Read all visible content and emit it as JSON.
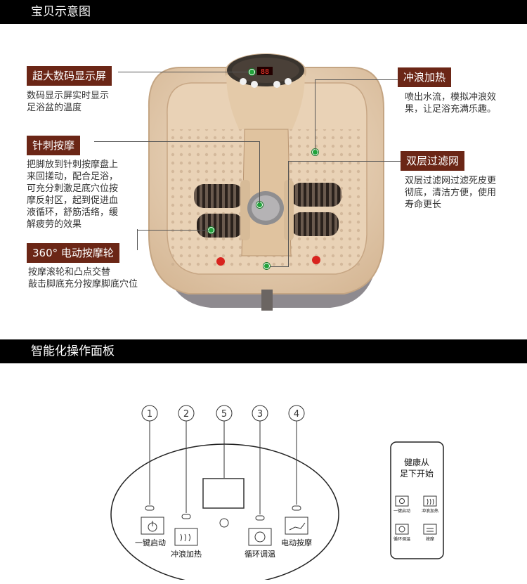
{
  "section1": {
    "title": "宝贝示意图"
  },
  "section2": {
    "title": "智能化操作面板"
  },
  "callouts": {
    "display": {
      "label": "超大数码显示屏",
      "desc": [
        "数码显示屏实时显示",
        "足浴盆的温度"
      ]
    },
    "acupuncture": {
      "label": "针刺按摩",
      "desc": [
        "把脚放到针刺按摩盘上",
        "来回搓动，配合足浴，",
        "可充分刺激足底穴位按",
        "摩反射区，起到促进血",
        "液循环，舒筋活络，缓",
        "解疲劳的效果"
      ]
    },
    "wheel": {
      "label": "360°  电动按摩轮",
      "desc": [
        "按摩滚轮和凸点交替",
        "敲击脚底充分按摩脚底穴位"
      ]
    },
    "surf": {
      "label": "冲浪加热",
      "desc": [
        "喷出水流，模拟冲浪效",
        "果，让足浴充满乐趣。"
      ]
    },
    "filter": {
      "label": "双层过滤网",
      "desc": [
        "双层过滤网过滤死皮更",
        "彻底，清洁方便，使用",
        "寿命更长"
      ]
    }
  },
  "panel": {
    "numbers": [
      "1",
      "2",
      "5",
      "3",
      "4"
    ],
    "buttons": [
      "一键启动",
      "冲浪加热",
      "循环调温",
      "电动按摩"
    ]
  },
  "remote": {
    "title_line1": "健康从",
    "title_line2": "足下开始",
    "buttons": [
      "一键启动",
      "冲浪加热",
      "循环调温",
      "按摩"
    ]
  },
  "colors": {
    "label_bg": "#6b2616",
    "bar_bg": "#000000",
    "basin": "#e6cfb4",
    "accent_green": "#21a33a"
  }
}
